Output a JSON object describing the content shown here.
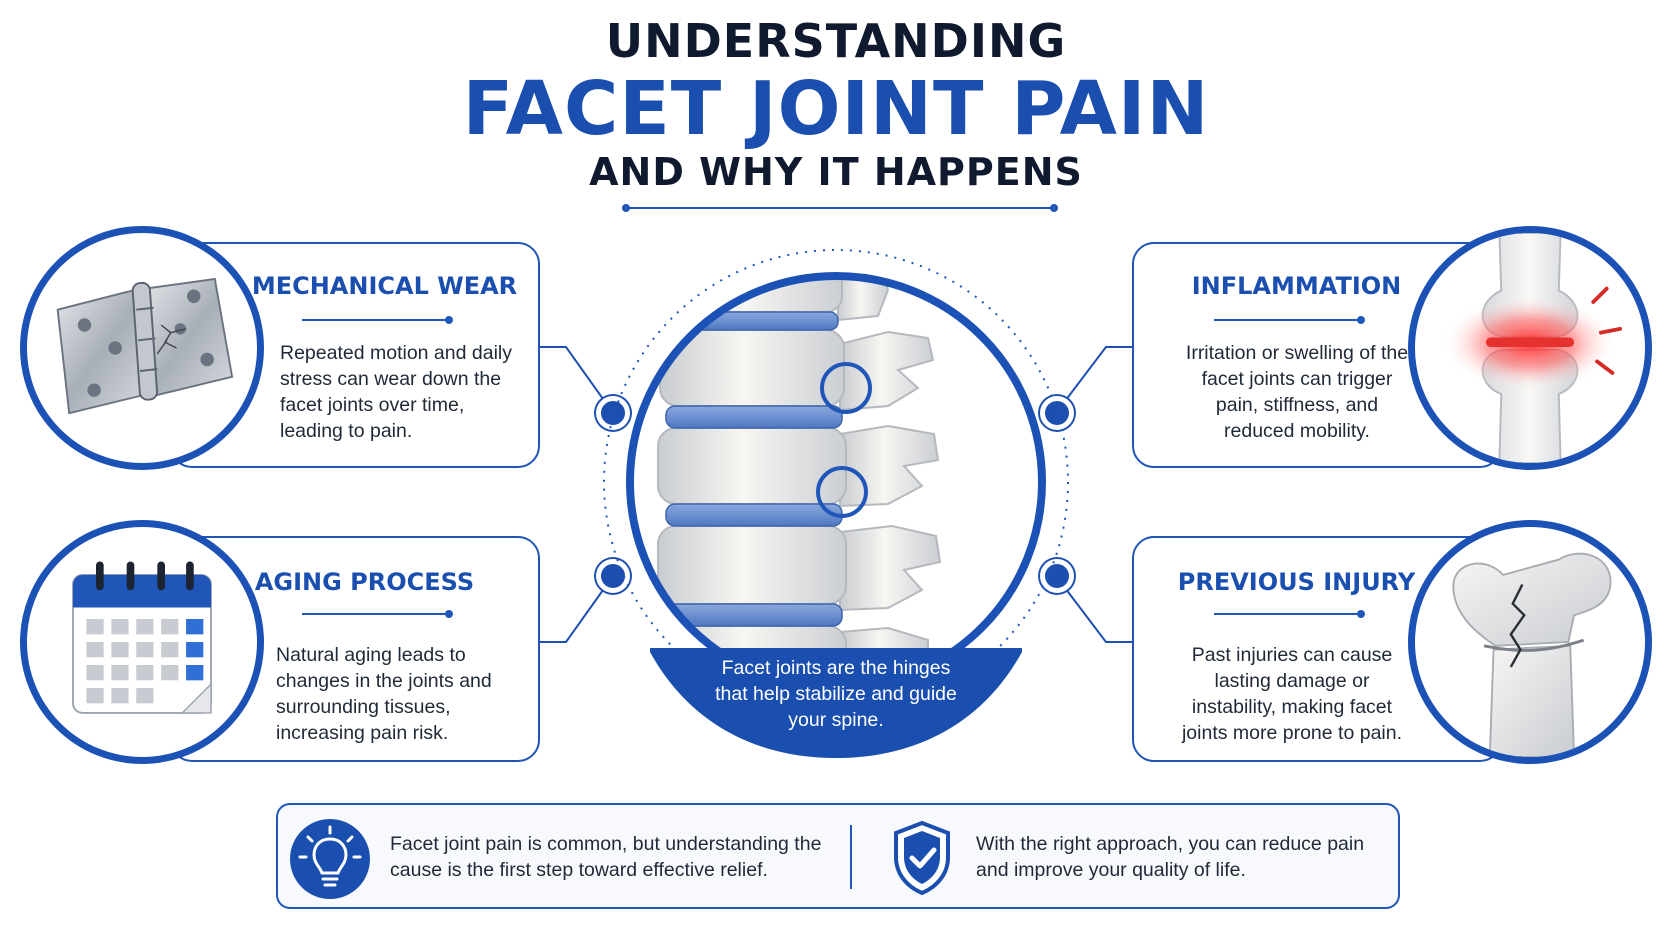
{
  "header": {
    "title_top": "UNDERSTANDING",
    "title_main": "FACET JOINT PAIN",
    "title_sub": "AND WHY IT HAPPENS"
  },
  "causes": {
    "mechanical_wear": {
      "title": "MECHANICAL WEAR",
      "lines": [
        "Repeated motion and daily",
        "stress can wear down the",
        "facet joints over time,",
        "leading to pain."
      ],
      "icon": "hinge-icon"
    },
    "aging_process": {
      "title": "AGING PROCESS",
      "lines": [
        "Natural aging leads to",
        "changes in the joints and",
        "surrounding tissues,",
        "increasing pain risk."
      ],
      "icon": "calendar-icon"
    },
    "inflammation": {
      "title": "INFLAMMATION",
      "lines": [
        "Irritation or swelling of the",
        "facet joints can trigger",
        "pain, stiffness, and",
        "reduced mobility."
      ],
      "icon": "inflamed-joint-icon"
    },
    "previous_injury": {
      "title": "PREVIOUS INJURY",
      "lines": [
        "Past injuries can cause",
        "lasting damage or",
        "instability, making facet",
        "joints more prone to pain."
      ],
      "icon": "fractured-bone-icon"
    }
  },
  "center": {
    "caption_lines": [
      "Facet joints are the hinges",
      "that help stabilize and guide",
      "your spine."
    ],
    "icon": "spine-icon"
  },
  "footer": {
    "left_lines": [
      "Facet joint pain is common, but understanding the",
      "cause is the first step toward effective relief."
    ],
    "right_lines": [
      "With the right approach, you can reduce pain",
      "and improve your quality of life."
    ],
    "left_icon": "lightbulb-icon",
    "right_icon": "shield-check-icon"
  },
  "colors": {
    "primary": "#1a4fb0",
    "dark": "#0f1a2e",
    "inflammation": "#e5322e"
  }
}
